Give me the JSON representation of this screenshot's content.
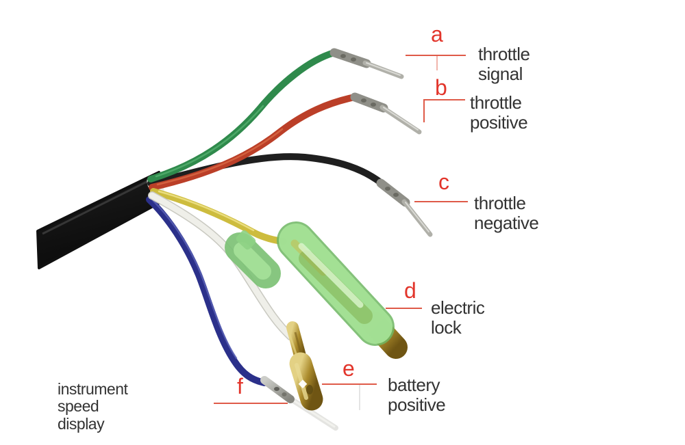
{
  "image": {
    "kind": "annotated product photo",
    "subject": "electric throttle cable harness with six labeled wires and terminals",
    "background": "#ffffff"
  },
  "palette": {
    "annotation_letter_red": "#e2352b",
    "annotation_line_red": "#df5a48",
    "label_text": "#333333",
    "cable_sheath": "#141414",
    "wire_green": "#2f8a4c",
    "wire_red": "#bb3f28",
    "wire_black": "#1f1f1f",
    "wire_yellow": "#cdbc3e",
    "wire_white": "#efefe9",
    "wire_blue": "#2b308a",
    "green_connector": "#9bdc8e",
    "brass_gold": "#b3922f",
    "silver_pin": "#a9a9a2"
  },
  "annotations": [
    {
      "letter": "a",
      "label": "throttle signal"
    },
    {
      "letter": "b",
      "label": "throttle positive"
    },
    {
      "letter": "c",
      "label": "throttle negative"
    },
    {
      "letter": "d",
      "label": "electric lock"
    },
    {
      "letter": "e",
      "label": "battery positive"
    },
    {
      "letter": "f",
      "label": "instrument speed display"
    }
  ],
  "wires": [
    {
      "color_hex": "#2f8a4c",
      "terminal": "silver crimp pin"
    },
    {
      "color_hex": "#bb3f28",
      "terminal": "silver crimp pin"
    },
    {
      "color_hex": "#1f1f1f",
      "terminal": "silver crimp pin"
    },
    {
      "color_hex": "#cdbc3e",
      "terminal": "green insulated bullet connector with brass tip"
    },
    {
      "color_hex": "#efefe9",
      "terminal": "gold bullet terminal"
    },
    {
      "color_hex": "#2b308a",
      "terminal": "silver crimp pin with clear tip"
    }
  ]
}
